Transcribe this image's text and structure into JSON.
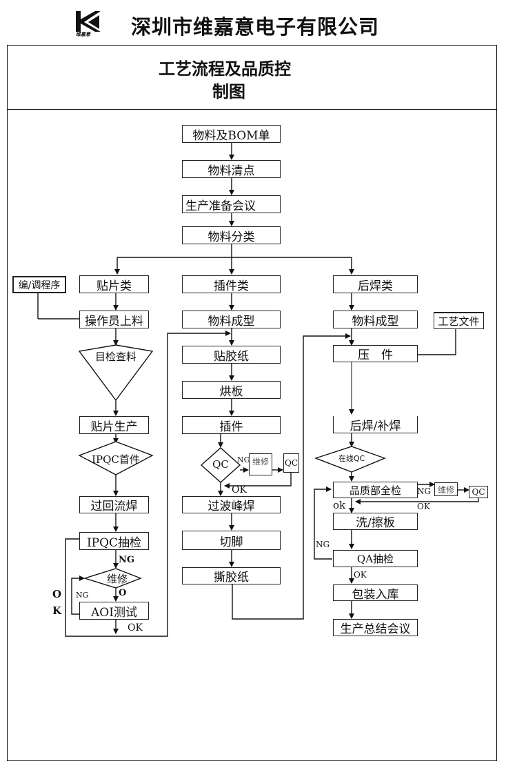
{
  "header": {
    "logo_caption": "维嘉意",
    "company": "深圳市维嘉意电子有限公司",
    "title_line1": "工艺流程及品质控",
    "title_line2": "制图"
  },
  "flow": {
    "main": [
      "物料及BOM单",
      "物料清点",
      "生产准备会议",
      "物料分类"
    ],
    "smt": {
      "category": "贴片类",
      "program": "编/调程序",
      "load": "操作员上料",
      "self_check": "目检查料",
      "produce": "贴片生产",
      "ipqc_first": "IPQC首件",
      "reflow": "过回流焊",
      "ipqc_sample": "IPQC抽检",
      "repair": "维修",
      "aoi": "AOI测试",
      "ng1": "NG",
      "ng2": "NG",
      "o": "O",
      "ok_side_o": "O",
      "ok_side_k": "K",
      "ok": "OK"
    },
    "dip": {
      "category": "插件类",
      "forming": "物料成型",
      "tape": "贴胶纸",
      "bake": "烘板",
      "insert": "插件",
      "qc": "QC",
      "ng": "NG",
      "repair": "维修",
      "qc2": "QC",
      "ok": "OK",
      "wave": "过波峰焊",
      "cut": "切脚",
      "tear": "撕胶纸"
    },
    "post": {
      "category": "后焊类",
      "forming": "物料成型",
      "doc": "工艺文件",
      "press": "压　件",
      "solder": "后焊/补焊",
      "inline_qc": "在线QC",
      "full_check": "品质部全检",
      "ng": "NG",
      "repair": "维修",
      "qc": "QC",
      "ok": "OK",
      "ok_lower": "ok",
      "wash": "洗/擦板",
      "ng_loop": "NG",
      "qa": "QA抽检",
      "qa_ok": "OK",
      "pack": "包装入库",
      "summary": "生产总结会议"
    }
  }
}
